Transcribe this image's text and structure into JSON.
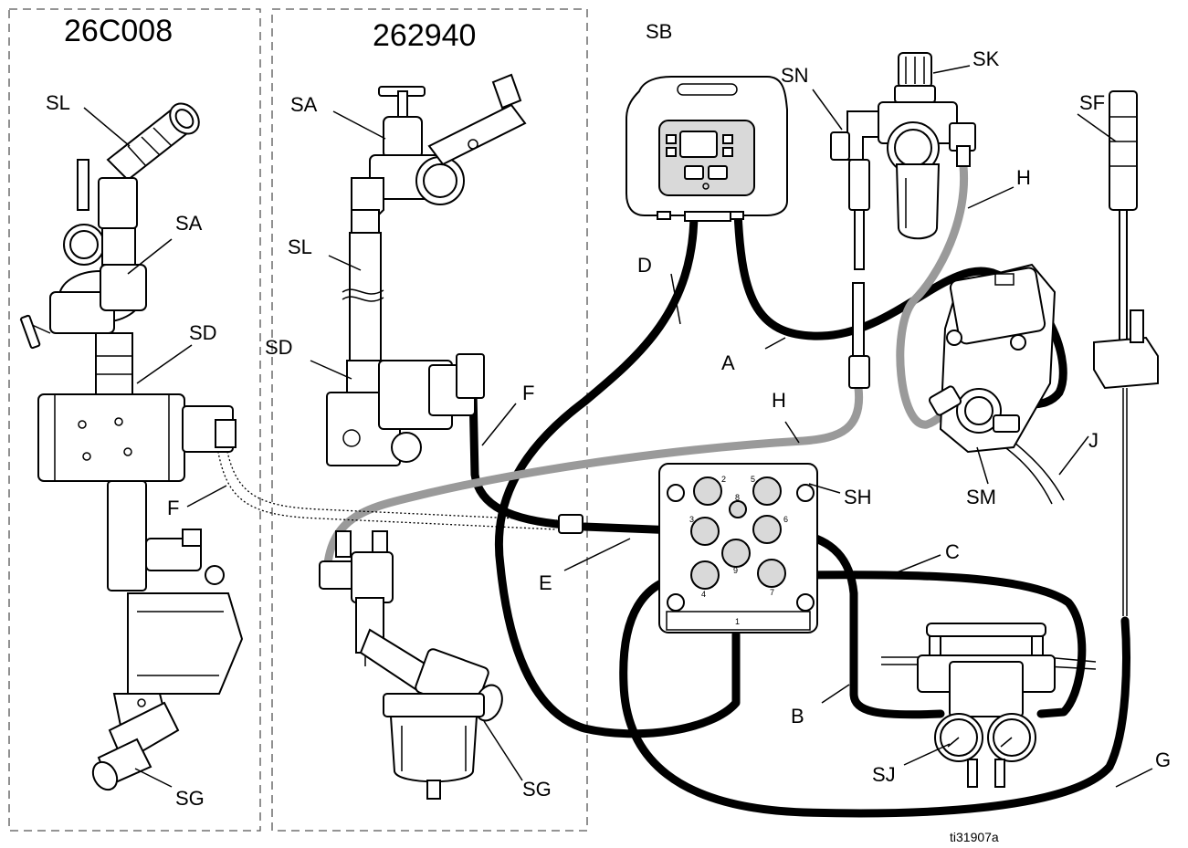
{
  "kits": {
    "left": "26C008",
    "middle": "262940"
  },
  "labels": {
    "SL_left": "SL",
    "SA_left": "SA",
    "SD_left": "SD",
    "F_left": "F",
    "SG_left": "SG",
    "SA_mid": "SA",
    "SL_mid": "SL",
    "SD_mid": "SD",
    "F_mid": "F",
    "SG_mid": "SG",
    "SB": "SB",
    "SN": "SN",
    "SK": "SK",
    "SF": "SF",
    "H_top": "H",
    "H_mid": "H",
    "D": "D",
    "A": "A",
    "J": "J",
    "SM": "SM",
    "SH": "SH",
    "E": "E",
    "C": "C",
    "B": "B",
    "G": "G",
    "SJ": "SJ"
  },
  "port_numbers": [
    "2",
    "5",
    "8",
    "3",
    "6",
    "9",
    "4",
    "7",
    "1"
  ],
  "figure_ref": "ti31907a"
}
